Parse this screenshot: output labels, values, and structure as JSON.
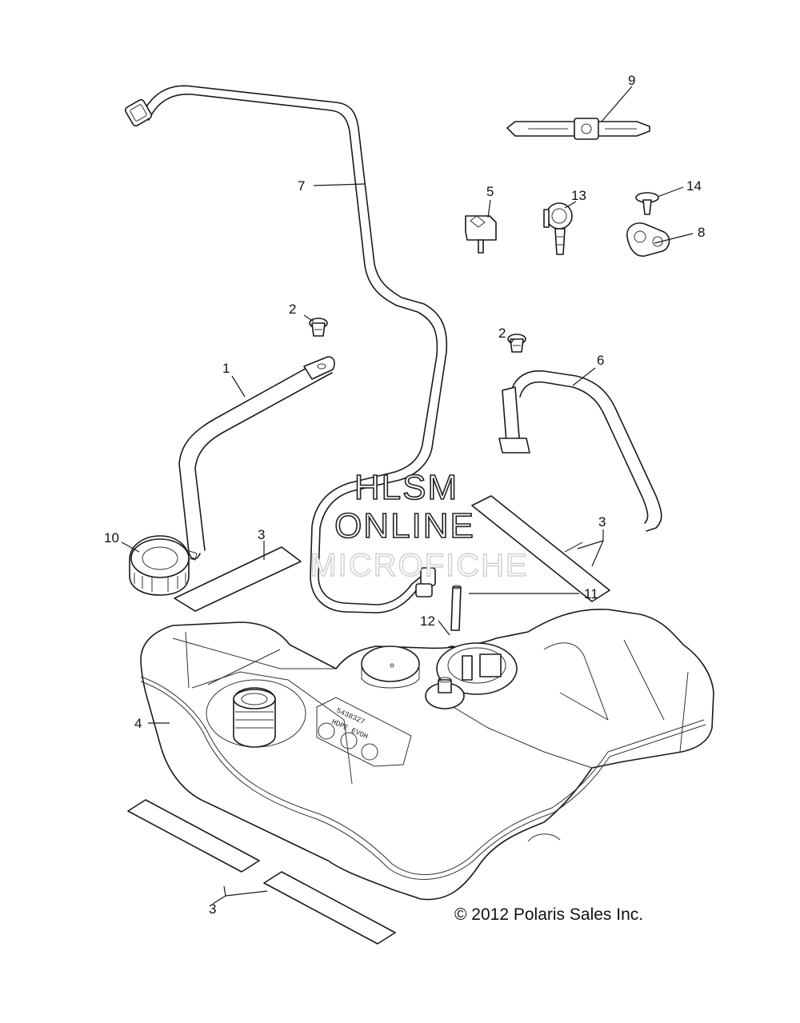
{
  "watermark": {
    "line1": "HLSM",
    "line2": "ONLINE",
    "line3": "MICROFICHE"
  },
  "copyright": "© 2012 Polaris Sales Inc.",
  "tank_markings": {
    "line1": "5438327",
    "line2": "HDPE EVOH"
  },
  "callouts": {
    "c1": "1",
    "c2a": "2",
    "c2b": "2",
    "c3a": "3",
    "c3b": "3",
    "c3c": "3",
    "c4": "4",
    "c5": "5",
    "c6": "6",
    "c7": "7",
    "c8": "8",
    "c9": "9",
    "c10": "10",
    "c11": "11",
    "c12": "12",
    "c13": "13",
    "c14": "14"
  }
}
